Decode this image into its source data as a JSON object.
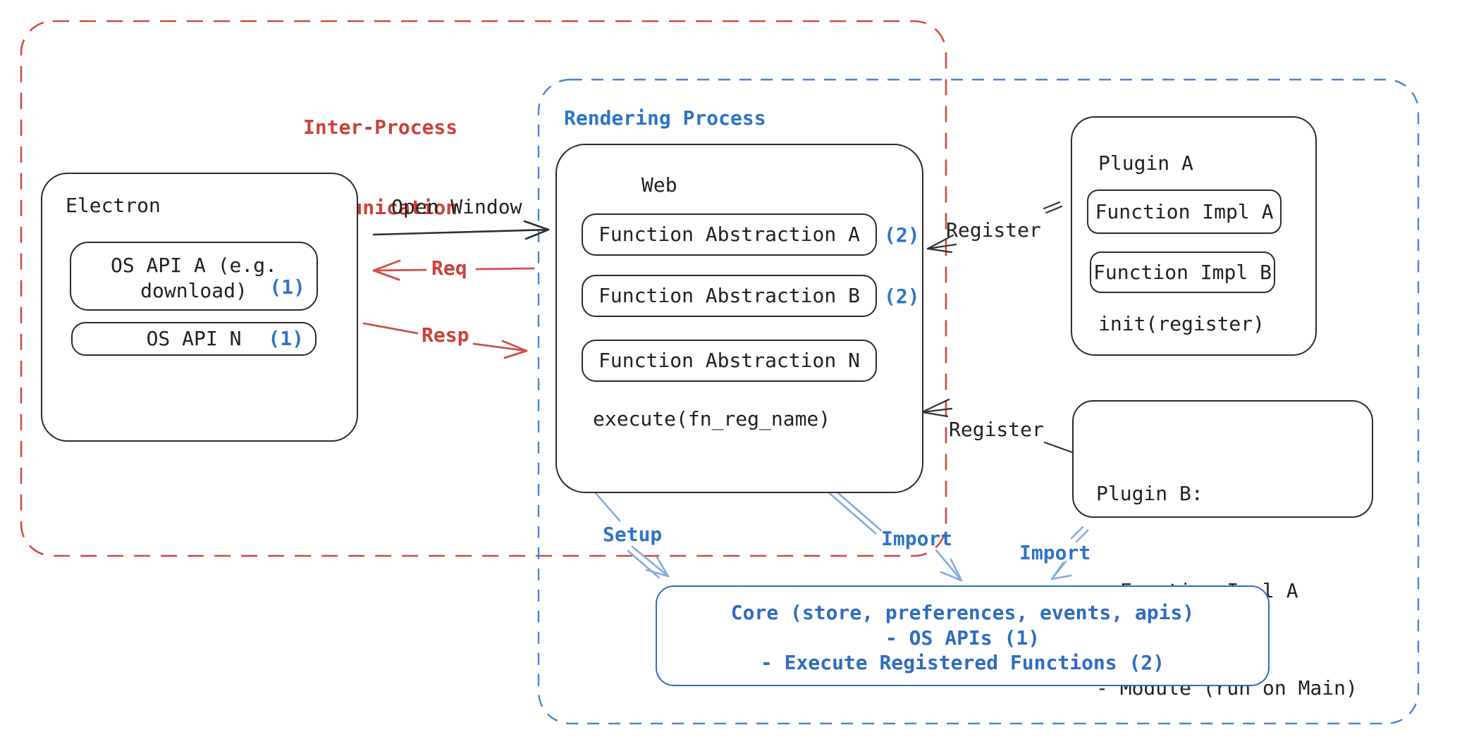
{
  "ipc": {
    "title_line1": "Inter-Process",
    "title_line2": "Communication"
  },
  "rendering": {
    "title": "Rendering Process"
  },
  "electron": {
    "title": "Electron",
    "os_api_a_line1": "OS API A (e.g.",
    "os_api_a_line2": "download)",
    "os_api_a_badge": "(1)",
    "os_api_n_label": "OS API N",
    "os_api_n_badge": "(1)"
  },
  "web": {
    "title": "Web",
    "items": [
      {
        "label": "Function Abstraction A",
        "badge": "(2)"
      },
      {
        "label": "Function Abstraction B",
        "badge": "(2)"
      },
      {
        "label": "Function Abstraction N",
        "badge": ""
      }
    ],
    "execute_label": "execute(fn_reg_name)"
  },
  "plugin_a": {
    "title": "Plugin A",
    "impl_a": "Function Impl A",
    "impl_b": "Function Impl B",
    "init_label": "init(register)"
  },
  "plugin_b": {
    "title": "Plugin B:",
    "item1": "- Function Impl A",
    "item2": "- Module (run on Main)"
  },
  "core": {
    "line1": "Core (store, preferences, events, apis)",
    "line2": "- OS APIs (1)",
    "line3": "- Execute Registered Functions (2)"
  },
  "arrows": {
    "open_window": "Open Window",
    "req": "Req",
    "resp": "Resp",
    "register_top": "Register",
    "register_bottom": "Register",
    "setup": "Setup",
    "import_web": "Import",
    "import_plugin": "Import"
  },
  "colors": {
    "red": "#cc4038",
    "red_line": "#cf5047",
    "red_dash": "#d14a40",
    "blue": "#2e74c8",
    "blue_dash": "#4a85d2",
    "blue_light": "#86abe0",
    "core_blue": "#2e6cc0",
    "ink": "#212121",
    "box": "#2b2b2b"
  }
}
